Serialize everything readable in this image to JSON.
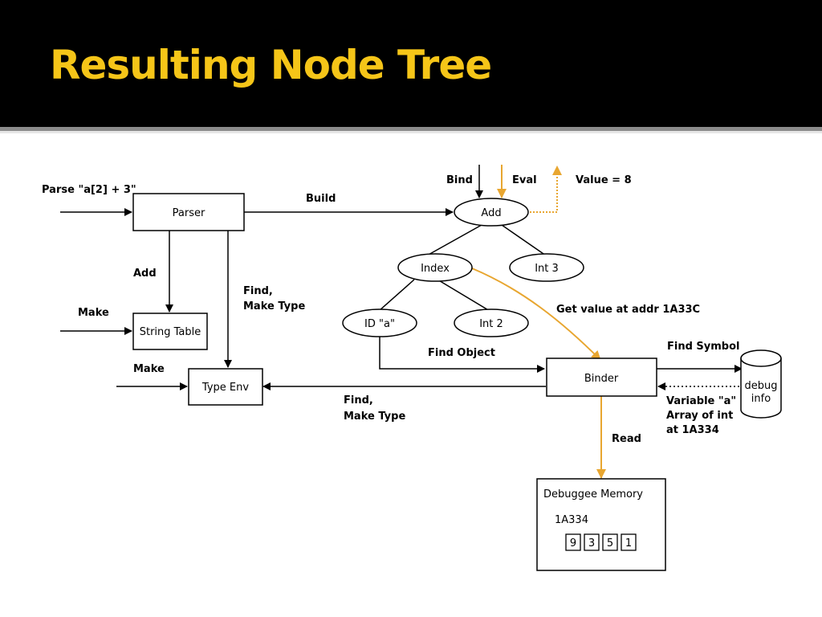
{
  "slide": {
    "title": "Resulting Node Tree"
  },
  "colors": {
    "title": "#f5c518",
    "eval_arrow": "#e8a630",
    "line": "#000000"
  },
  "nodes": {
    "parser": "Parser",
    "string_table": "String Table",
    "type_env": "Type Env",
    "binder": "Binder",
    "add": "Add",
    "index": "Index",
    "int3": "Int 3",
    "id_a": "ID \"a\"",
    "int2": "Int 2",
    "debug_info": [
      "debug",
      "info"
    ],
    "debuggee_memory": "Debuggee Memory"
  },
  "memory": {
    "address": "1A334",
    "cells": [
      "9",
      "3",
      "5",
      "1"
    ]
  },
  "labels": {
    "parse_input": "Parse \"a[2] + 3\"",
    "build": "Build",
    "add": "Add",
    "make_string": "Make",
    "make_type": "Make",
    "find_make_type_parser": [
      "Find,",
      "Make Type"
    ],
    "find_make_type_binder": [
      "Find,",
      "Make Type"
    ],
    "bind": "Bind",
    "eval": "Eval",
    "value": "Value = 8",
    "get_value": "Get value at addr 1A33C",
    "find_object": "Find Object",
    "find_symbol": "Find Symbol",
    "variable_info": [
      "Variable \"a\"",
      "Array of int",
      "at 1A334"
    ],
    "read": "Read"
  }
}
